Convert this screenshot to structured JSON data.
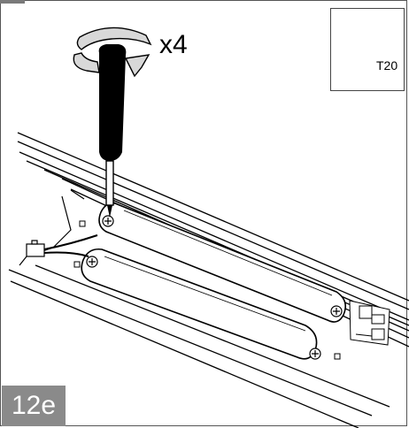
{
  "instruction": {
    "repeat_count": "x4"
  },
  "tool": {
    "label": "T20",
    "icon": "torx-screwdriver-icon"
  },
  "step": {
    "label": "12e"
  },
  "icons": {
    "rotate": "rotate-clockwise-icon",
    "screwdriver": "screwdriver-icon",
    "screw": "screw-icon",
    "connector": "connector-icon"
  },
  "colors": {
    "badge": "#8a8a8a",
    "line": "#000000",
    "rotate_fill": "#d8d8d8"
  }
}
